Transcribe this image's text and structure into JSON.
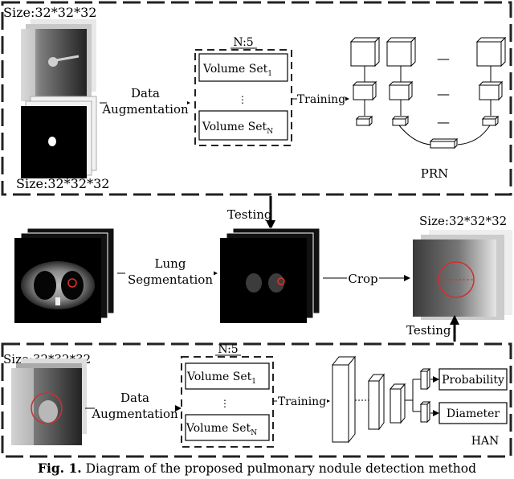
{
  "top_panel": {
    "size_top": "Size:32*32*32",
    "size_bottom": "Size:32*32*32",
    "aug_line1": "Data",
    "aug_line2": "Augmentation",
    "n_label": "N:5",
    "set_first": "Volume Set",
    "set_first_sub": "1",
    "set_dots": "⋮",
    "set_last": "Volume Set",
    "set_last_sub": "N",
    "training": "Training",
    "dash": "—",
    "network": "PRN"
  },
  "middle": {
    "testing_top": "Testing",
    "seg_line1": "Lung",
    "seg_line2": "Segmentation",
    "crop": "Crop",
    "size_right": "Size:32*32*32",
    "testing_bottom": "Testing"
  },
  "bottom_panel": {
    "size": "Size:32*32*32",
    "aug_line1": "Data",
    "aug_line2": "Augmentation",
    "n_label": "N:5",
    "set_first": "Volume Set",
    "set_first_sub": "1",
    "set_dots": "⋮",
    "set_last": "Volume Set",
    "set_last_sub": "N",
    "training": "Training",
    "prob": "Probability",
    "diam": "Diameter",
    "network": "HAN"
  },
  "caption": {
    "label": "Fig. 1.",
    "text": " Diagram of the proposed pulmonary nodule detection method"
  }
}
